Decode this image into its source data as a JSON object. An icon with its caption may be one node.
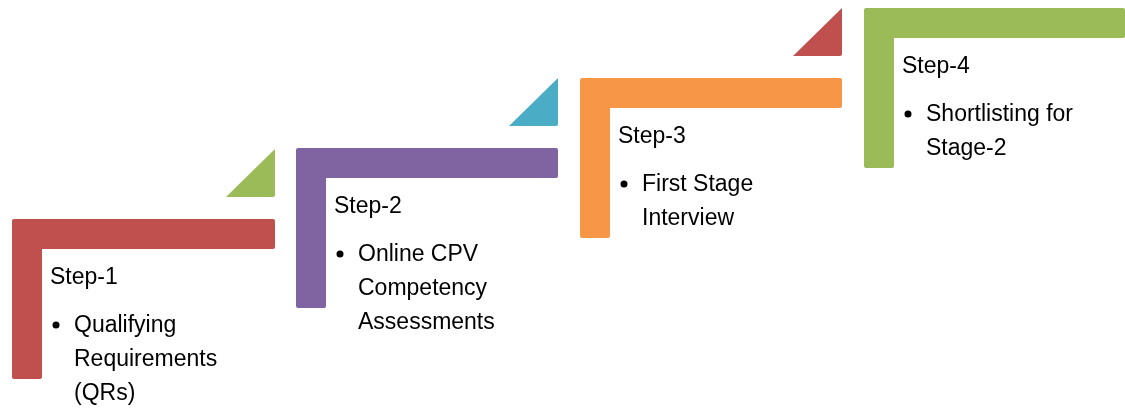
{
  "diagram": {
    "nodes": [
      {
        "text": [
          "Step-1",
          "Qualifying Requirements (QRs)"
        ]
      },
      {
        "text": [
          "Step-2",
          "Online CPV Competency Assessments"
        ]
      },
      {
        "text": [
          "Step-3",
          "First Stage Interview"
        ]
      },
      {
        "text": [
          "Step-4",
          "Shortlisting for Stage-2"
        ]
      }
    ]
  }
}
